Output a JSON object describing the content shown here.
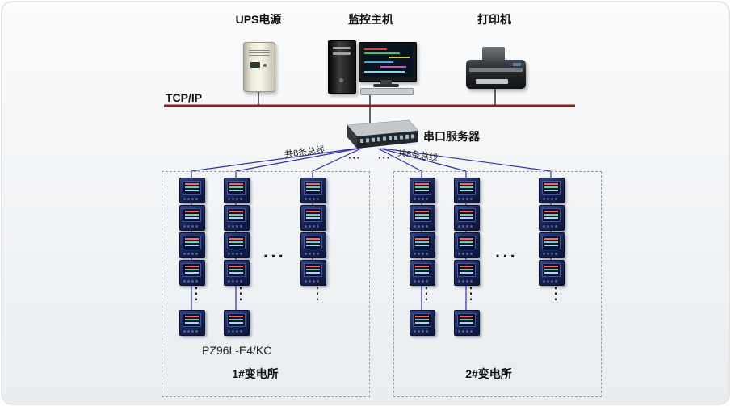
{
  "labels": {
    "ups": "UPS电源",
    "host": "监控主机",
    "printer": "打印机",
    "tcpip": "TCP/IP",
    "serial_server": "串口服务器",
    "bus_left": "共8条总线",
    "bus_right": "共8条总线",
    "meter_model": "PZ96L-E4/KC",
    "dots": "···",
    "vdots": "⋮"
  },
  "substations": [
    {
      "name": "1#变电所",
      "columns": [
        {
          "meters": 4,
          "bottom_meter": true
        },
        {
          "meters": 4,
          "bottom_meter": true
        },
        {
          "meters": 4,
          "bottom_meter": false
        }
      ]
    },
    {
      "name": "2#变电所",
      "columns": [
        {
          "meters": 4,
          "bottom_meter": true
        },
        {
          "meters": 4,
          "bottom_meter": true
        },
        {
          "meters": 4,
          "bottom_meter": false
        }
      ]
    }
  ]
}
